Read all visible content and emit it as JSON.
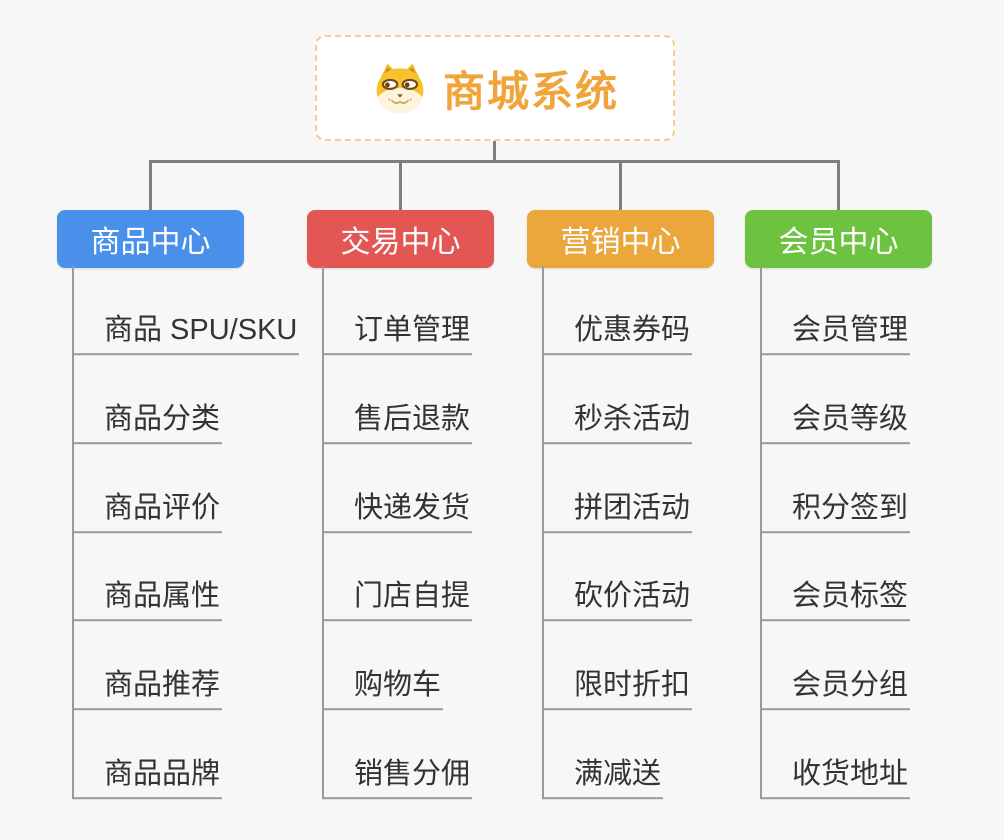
{
  "root": {
    "title": "商城系统",
    "icon": "dog-icon"
  },
  "colors": {
    "background": "#f7f7f7",
    "root_border": "#f5ce8f",
    "root_title": "#f0a53c",
    "connector": "#7f7f7f",
    "leaf_line": "#9a9a9a",
    "leaf_text": "#333333"
  },
  "branches": [
    {
      "label": "商品中心",
      "color": "#4a90ea",
      "children": [
        "商品 SPU/SKU",
        "商品分类",
        "商品评价",
        "商品属性",
        "商品推荐",
        "商品品牌"
      ]
    },
    {
      "label": "交易中心",
      "color": "#e25754",
      "children": [
        "订单管理",
        "售后退款",
        "快递发货",
        "门店自提",
        "购物车",
        "销售分佣"
      ]
    },
    {
      "label": "营销中心",
      "color": "#eba63c",
      "children": [
        "优惠券码",
        "秒杀活动",
        "拼团活动",
        "砍价活动",
        "限时折扣",
        "满减送"
      ]
    },
    {
      "label": "会员中心",
      "color": "#6dc23f",
      "children": [
        "会员管理",
        "会员等级",
        "积分签到",
        "会员标签",
        "会员分组",
        "收货地址"
      ]
    }
  ]
}
